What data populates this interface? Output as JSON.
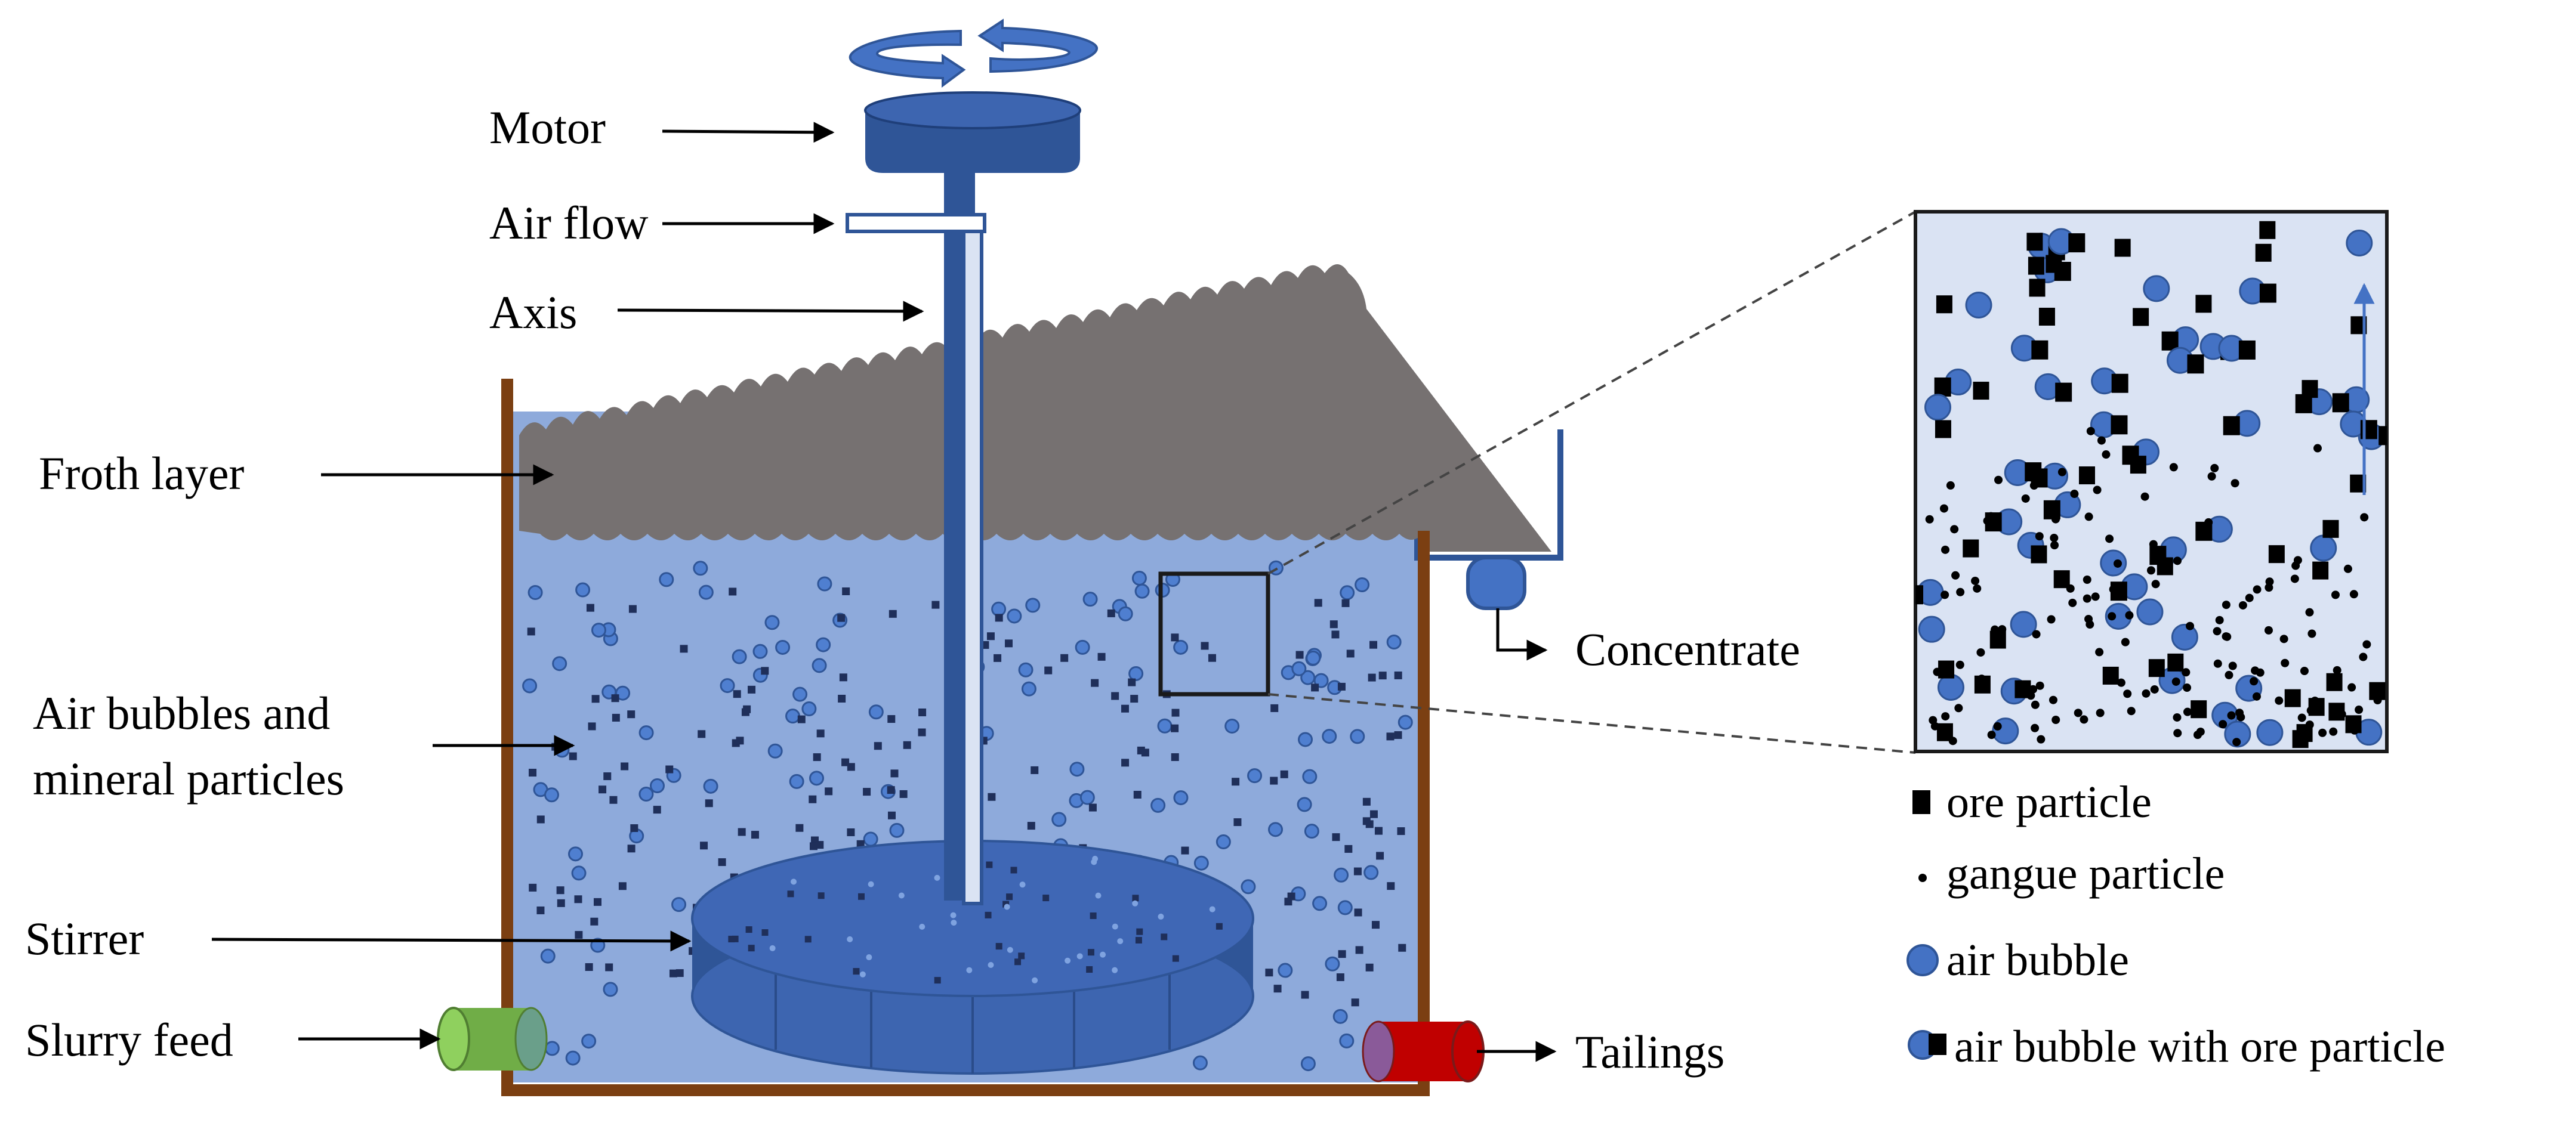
{
  "labels": {
    "motor": "Motor",
    "air_flow": "Air flow",
    "axis": "Axis",
    "froth_layer": "Froth layer",
    "air_bubbles_line1": "Air bubbles and",
    "air_bubbles_line2": "mineral particles",
    "stirrer": "Stirrer",
    "slurry_feed": "Slurry feed",
    "concentrate": "Concentrate",
    "tailings": "Tailings"
  },
  "legend": {
    "ore_particle": "ore particle",
    "gangue_particle": "gangue particle",
    "air_bubble": "air bubble",
    "air_bubble_with_ore": "air bubble with ore particle"
  },
  "colors": {
    "tank_wall": "#7b3f12",
    "slurry": "#8eaadb",
    "froth": "#767171",
    "dark_blue": "#2f5597",
    "mid_blue": "#4472c4",
    "bubble": "#4472c4",
    "particle": "#000000",
    "inset_bg": "#dae3f3",
    "slurry_pipe": "#70ad47",
    "tailings_pipe": "#c00000"
  },
  "icons": {
    "rotation": "rotation-arrows-icon"
  }
}
